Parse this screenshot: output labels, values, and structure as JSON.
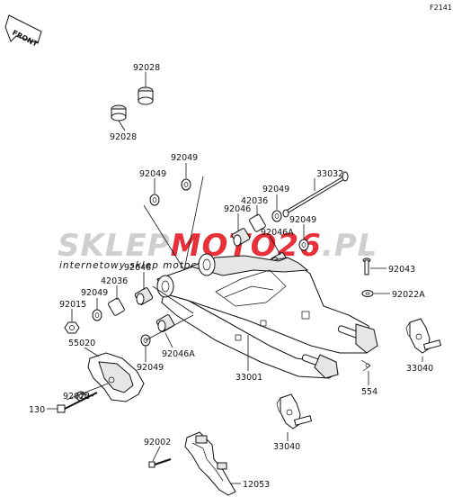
{
  "diagram": {
    "ref_code": "F2141",
    "front_marker": "FRONT",
    "watermark": {
      "brand_a": "SKLEP",
      "brand_b": "MOTO",
      "brand_c": "26",
      "brand_d": ".PL",
      "tagline": "internetowy sklep motocyklowy"
    },
    "colors": {
      "watermark_grey": "#cfcfcf",
      "watermark_red": "#e8303a",
      "lines": "#111111"
    },
    "parts": {
      "p92028_top": "92028",
      "p92028_bottom": "92028",
      "p92049_a": "92049",
      "p92049_b": "92049",
      "p33032": "33032",
      "p92049_c": "92049",
      "p42036_a": "42036",
      "p92046_a": "92046",
      "p92049_d": "92049",
      "p92046A_a": "92046A",
      "p92043": "92043",
      "p92046_b": "92046",
      "p92022A": "92022A",
      "p42036_b": "42036",
      "p92049_e": "92049",
      "p92015": "92015",
      "p92046A_b": "92046A",
      "p92049_f": "92049",
      "p33040_a": "33040",
      "p55020": "55020",
      "p33001": "33001",
      "p554": "554",
      "p92022": "92022",
      "p130": "130",
      "p33040_b": "33040",
      "p92002": "92002",
      "p12053": "12053"
    }
  }
}
